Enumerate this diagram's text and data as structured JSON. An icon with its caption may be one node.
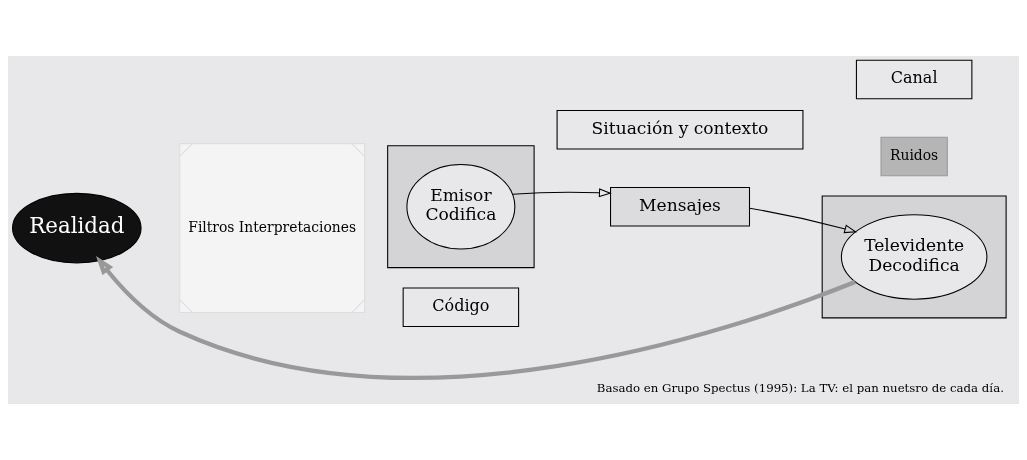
{
  "diagram": {
    "caption": "Basado en Grupo Spectus (1995): La TV: el pan nuetsro de cada día.",
    "nodes": [
      {
        "text": [
          "Realidad"
        ]
      },
      {
        "text": [
          "Filtros Interpretaciones"
        ]
      },
      {
        "text": [],
        "shape": "box"
      },
      {
        "text": [
          "Emisor",
          "Codifica"
        ],
        "in": 2
      },
      {
        "text": [
          "Mensajes"
        ]
      },
      {
        "text": [
          "Código"
        ]
      },
      {
        "text": [
          "Canal"
        ]
      },
      {
        "text": [
          "Ruidos"
        ]
      },
      {
        "text": [],
        "shape": "box"
      },
      {
        "text": [
          "Televidente",
          "Decodifica"
        ],
        "in": 8
      },
      {
        "text": [
          "Situación y contexto"
        ]
      }
    ],
    "edges": [
      {
        "from": 3,
        "to": 4,
        "arrow": "to"
      },
      {
        "from": 4,
        "to": 9,
        "arrow": "to"
      },
      {
        "from": 9,
        "to": 0,
        "arrow": "to",
        "style": "thick",
        "color": "#999999"
      }
    ]
  }
}
